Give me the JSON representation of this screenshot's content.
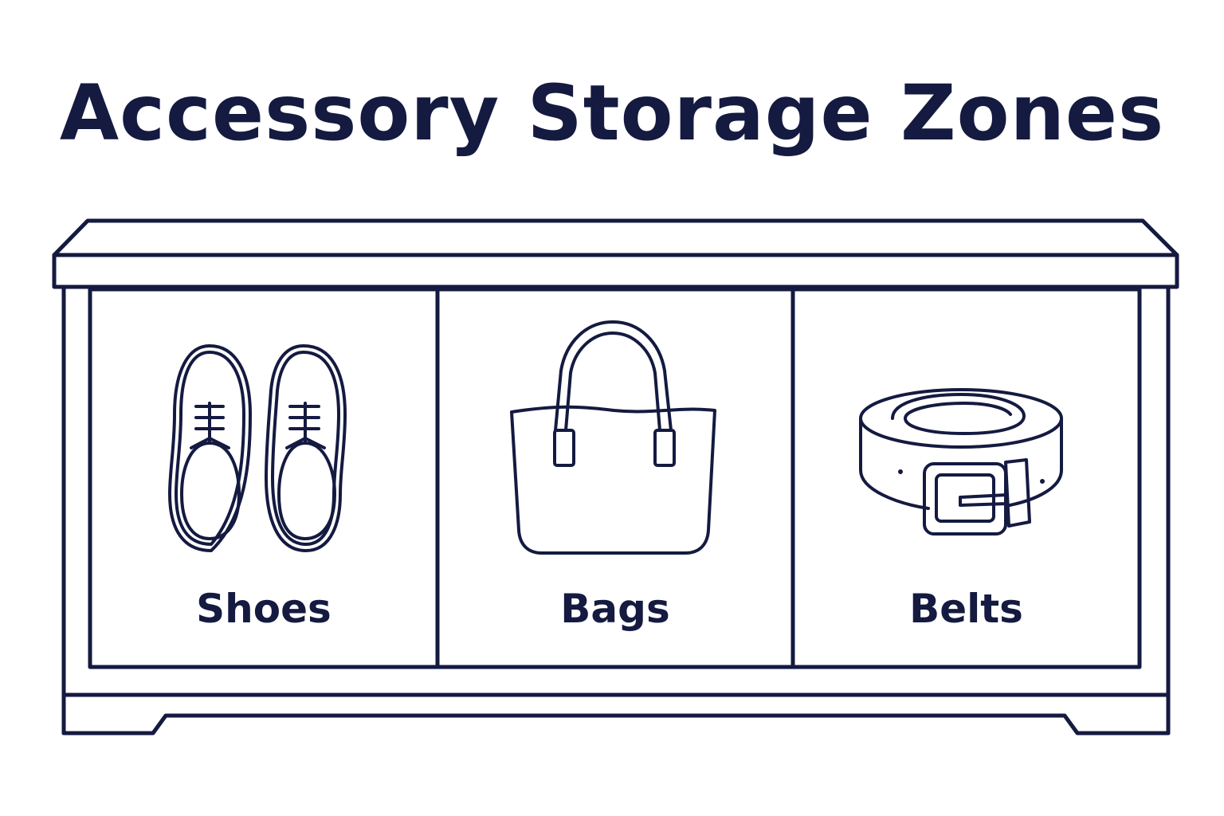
{
  "title": "Accessory Storage Zones",
  "colors": {
    "ink": "#141a40",
    "background": "#ffffff"
  },
  "zones": [
    {
      "label": "Shoes",
      "icon": "shoes-icon"
    },
    {
      "label": "Bags",
      "icon": "handbag-icon"
    },
    {
      "label": "Belts",
      "icon": "belt-icon"
    }
  ]
}
